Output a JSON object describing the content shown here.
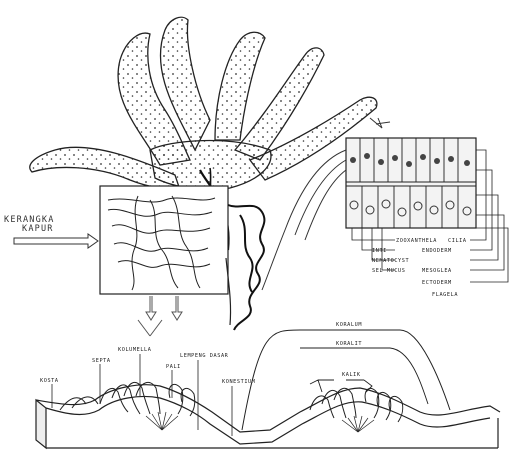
{
  "figure": {
    "left_label_line1": "KERANGKA",
    "left_label_line2": "KAPUR",
    "cell_labels": {
      "zooxanthela": "ZOOXANTHELA",
      "cilia": "CILIA",
      "inti": "INTI",
      "endoderm": "ENDODERM",
      "nematocyst": "NEMATOCYST",
      "mesoglea": "MESOGLEA",
      "sel_mucus": "SEL MUCUS",
      "ectoderm": "ECTODERM",
      "flagela": "FLAGELA"
    },
    "skeleton_labels": {
      "koralum": "KORALUM",
      "koralit": "KORALIT",
      "kalik": "KALIK",
      "kolumella": "KOLUMELLA",
      "septa": "SEPTA",
      "costa": "KOSTA",
      "pali": "PALI",
      "lempeng_dasar": "LEMPENG DASAR",
      "konestium": "KONESTIUM"
    }
  },
  "colors": {
    "ink": "#222222",
    "background": "#ffffff"
  }
}
